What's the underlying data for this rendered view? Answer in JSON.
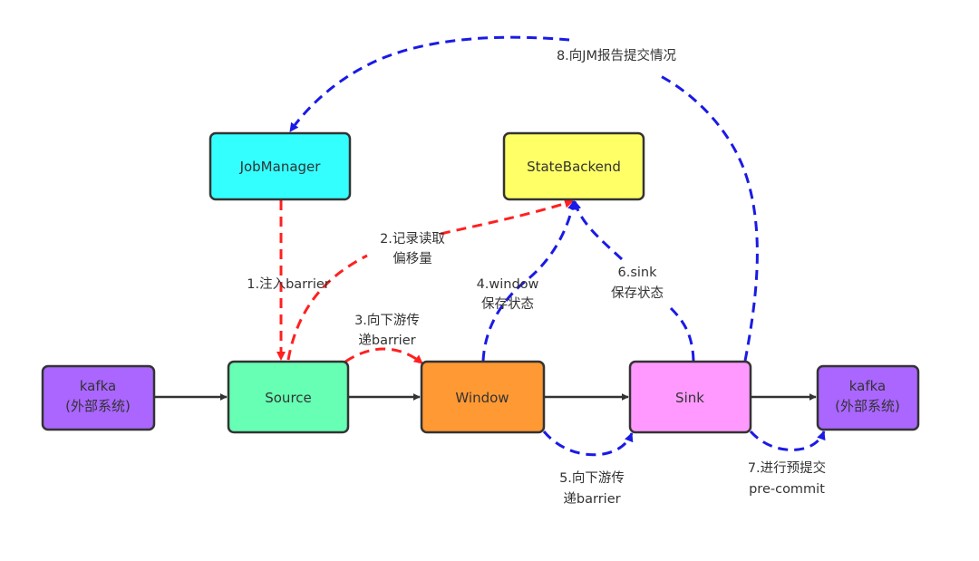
{
  "colors": {
    "red": "#FF2020",
    "blue": "#1A1AE6",
    "solid": "#333333",
    "border": "#333333",
    "text": "#333333"
  },
  "nodes": {
    "jobmanager": {
      "lines": [
        "JobManager"
      ],
      "fill": "#33FFFF"
    },
    "statebackend": {
      "lines": [
        "StateBackend"
      ],
      "fill": "#FFFF66"
    },
    "kafka_in": {
      "lines": [
        "kafka",
        "(外部系统)"
      ],
      "fill": "#AA66FF"
    },
    "source": {
      "lines": [
        "Source"
      ],
      "fill": "#66FFB3"
    },
    "window": {
      "lines": [
        "Window"
      ],
      "fill": "#FF9933"
    },
    "sink": {
      "lines": [
        "Sink"
      ],
      "fill": "#FF99FF"
    },
    "kafka_out": {
      "lines": [
        "kafka",
        "(外部系统)"
      ],
      "fill": "#AA66FF"
    }
  },
  "edges": {
    "flow": [
      {
        "from": "kafka_in",
        "to": "source"
      },
      {
        "from": "source",
        "to": "window"
      },
      {
        "from": "window",
        "to": "sink"
      },
      {
        "from": "sink",
        "to": "kafka_out"
      }
    ],
    "step1": {
      "from": "jobmanager",
      "to": "source",
      "color": "red",
      "label": [
        "1.注入barrier"
      ]
    },
    "step2": {
      "from": "source",
      "to": "statebackend",
      "color": "red",
      "label": [
        "2.记录读取",
        "偏移量"
      ]
    },
    "step3": {
      "from": "source",
      "to": "window",
      "color": "red",
      "label": [
        "3.向下游传",
        "递barrier"
      ]
    },
    "step4": {
      "from": "window",
      "to": "statebackend",
      "color": "blue",
      "label": [
        "4.window",
        "保存状态"
      ]
    },
    "step5": {
      "from": "window",
      "to": "sink",
      "color": "blue",
      "label": [
        "5.向下游传",
        "递barrier"
      ]
    },
    "step6": {
      "from": "sink",
      "to": "statebackend",
      "color": "blue",
      "label": [
        "6.sink",
        "保存状态"
      ]
    },
    "step7": {
      "from": "sink",
      "to": "kafka_out",
      "color": "blue",
      "label": [
        "7.进行预提交",
        "pre-commit"
      ]
    },
    "step8": {
      "from": "sink",
      "to": "jobmanager",
      "color": "blue",
      "label": [
        "8.向JM报告提交情况"
      ]
    }
  }
}
